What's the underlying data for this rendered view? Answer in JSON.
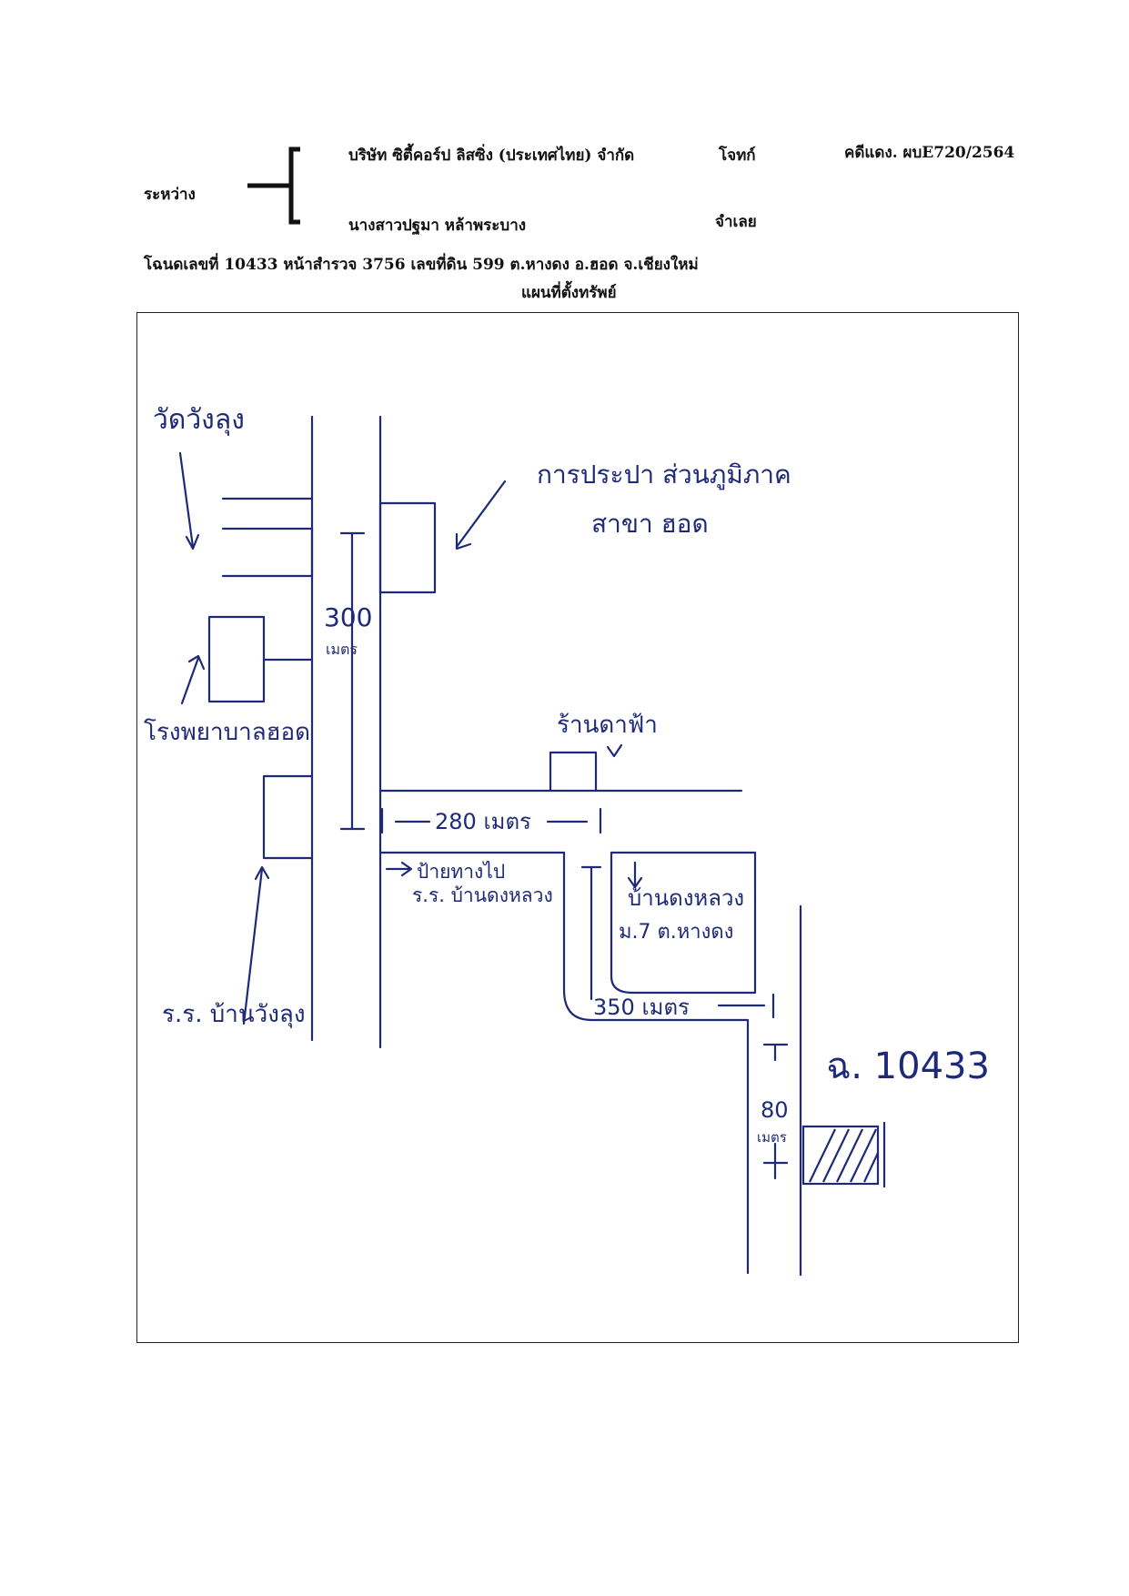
{
  "header": {
    "between_label": "ระหว่าง",
    "plaintiff_name": "บริษัท ซิตี้คอร์ป ลิสซิ่ง (ประเทศไทย) จำกัด",
    "plaintiff_role": "โจทก์",
    "case_number": "คดีแดง. ผบE720/2564",
    "defendant_name": "นางสาวปฐมา หล้าพระบาง",
    "defendant_role": "จำเลย",
    "deed_line": "โฉนดเลขที่ 10433 หน้าสำรวจ 3756 เลขที่ดิน 599 ต.หางดง อ.ฮอด จ.เชียงใหม่",
    "map_title": "แผนที่ตั้งทรัพย์"
  },
  "map": {
    "label_temple": "วัดวังลุง",
    "label_water_office": "การประปา ส่วนภูมิภาค",
    "label_water_branch": "สาขา ฮอด",
    "label_hospital": "โรงพยาบาลฮอด",
    "label_school": "ร.ร. บ้านวังลุง",
    "label_shop": "ร้านดาฟ้า",
    "label_sign": "ป้ายทางไป",
    "label_sign_school": "ร.ร. บ้านดงหลวง",
    "label_village": "บ้านดงหลวง",
    "label_village_moo": "ม.7 ต.หางดง",
    "dist_300": "300",
    "dist_300_unit": "เมตร",
    "dist_280": "280 เมตร",
    "dist_350": "350 เมตร",
    "dist_80": "80",
    "dist_80_unit": "เมตร",
    "deed_mark": "ฉ. 10433",
    "ink_color": "#1e2a78"
  }
}
